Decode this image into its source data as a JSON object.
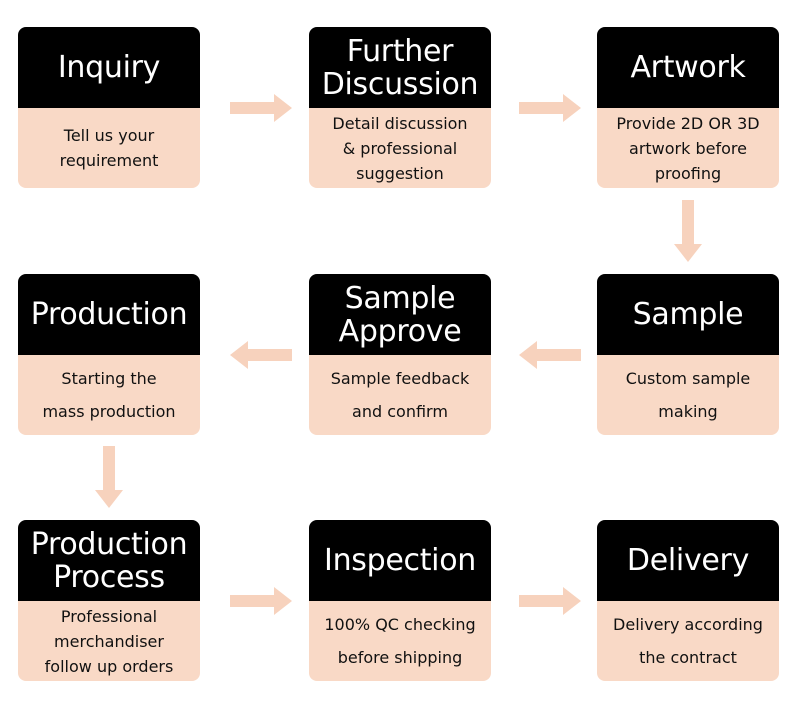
{
  "colors": {
    "header": "#000000",
    "body": "#f9d9c6",
    "arrow": "#f7d2bd"
  },
  "steps": [
    {
      "title": "Inquiry",
      "desc": "Tell us your\nrequirement"
    },
    {
      "title": "Further\nDiscussion",
      "desc": "Detail discussion\n& professional\nsuggestion"
    },
    {
      "title": "Artwork",
      "desc": "Provide 2D OR 3D\nartwork before\nproofing"
    },
    {
      "title": "Production",
      "desc": "Starting the\nmass production"
    },
    {
      "title": "Sample\nApprove",
      "desc": "Sample feedback\nand confirm"
    },
    {
      "title": "Sample",
      "desc": "Custom sample\nmaking"
    },
    {
      "title": "Production\nProcess",
      "desc": "Professional\nmerchandiser\nfollow up orders"
    },
    {
      "title": "Inspection",
      "desc": "100% QC checking\nbefore shipping"
    },
    {
      "title": "Delivery",
      "desc": "Delivery according\nthe contract"
    }
  ]
}
